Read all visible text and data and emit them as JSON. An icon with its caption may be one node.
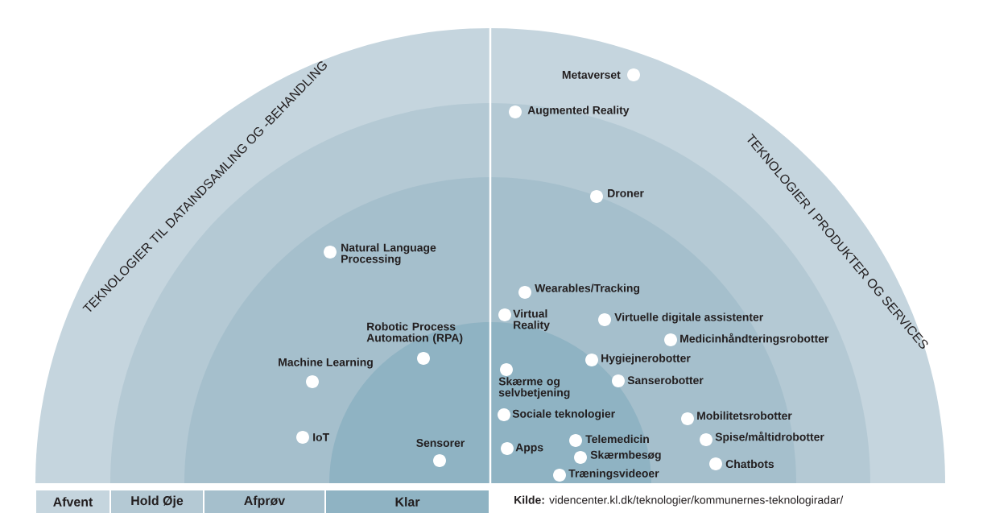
{
  "diagram": {
    "nodes": [
      {
        "text": [],
        "shape": "circle",
        "beside": [
          "Metaverset"
        ]
      },
      {
        "text": [],
        "shape": "circle",
        "beside": [
          "Augmented Reality"
        ]
      },
      {
        "text": [],
        "shape": "circle",
        "beside": [
          "Droner"
        ]
      },
      {
        "text": [],
        "shape": "circle",
        "beside": [
          "Natural Language Processing"
        ]
      },
      {
        "text": [],
        "shape": "circle",
        "beside": [
          "Wearables/Tracking"
        ]
      },
      {
        "text": [],
        "shape": "circle",
        "beside": [
          "Virtual Reality"
        ]
      },
      {
        "text": [],
        "shape": "circle",
        "beside": [
          "Virtuelle digitale assistenter"
        ]
      },
      {
        "text": [],
        "shape": "circle",
        "beside": [
          "Robotic Process Automation (RPA)"
        ]
      },
      {
        "text": [],
        "shape": "circle",
        "beside": [
          "Medicinhåndteringsrobotter"
        ]
      },
      {
        "text": [],
        "shape": "circle",
        "beside": [
          "Machine Learning"
        ]
      },
      {
        "text": [],
        "shape": "circle",
        "beside": [
          "Hygiejnerobotter"
        ]
      },
      {
        "text": [],
        "shape": "circle",
        "beside": [
          "Skærme og selvbetjening"
        ]
      },
      {
        "text": [],
        "shape": "circle",
        "beside": [
          "Sanserobotter"
        ]
      },
      {
        "text": [],
        "shape": "circle",
        "beside": [
          "Sociale teknologier"
        ]
      },
      {
        "text": [],
        "shape": "circle",
        "beside": [
          "Mobilitetsrobotter"
        ]
      },
      {
        "text": [],
        "shape": "circle",
        "beside": [
          "IoT"
        ]
      },
      {
        "text": [],
        "shape": "circle",
        "beside": [
          "Sensorer"
        ]
      },
      {
        "text": [],
        "shape": "circle",
        "beside": [
          "Apps"
        ]
      },
      {
        "text": [],
        "shape": "circle",
        "beside": [
          "Telemedicin"
        ]
      },
      {
        "text": [],
        "shape": "circle",
        "beside": [
          "Spise/måltidrobotter"
        ]
      },
      {
        "text": [],
        "shape": "circle",
        "beside": [
          "Skærmbesøg"
        ]
      },
      {
        "text": [],
        "shape": "circle",
        "beside": [
          "Chatbots"
        ]
      },
      {
        "text": [],
        "shape": "circle",
        "beside": [
          "Træningsvideoer"
        ]
      }
    ],
    "edges": [],
    "labels": [
      "TEKNOLOGIER TIL DATAINDSAMLING OG -BEHANDLING",
      "TEKNOLOGIER I PRODUKTER OG SERVICES",
      "**Kilde:** videncenter.kl.dk/teknologier/kommunernes-teknologiradar/"
    ],
    "legend": [
      {
        "text": "Afvent",
        "color": "#c5d5de"
      },
      {
        "text": "Hold Øje",
        "color": "#b4c9d4"
      },
      {
        "text": "Afprøv",
        "color": "#a5bfcc"
      },
      {
        "text": "Klar",
        "color": "#8fb3c3"
      }
    ]
  }
}
